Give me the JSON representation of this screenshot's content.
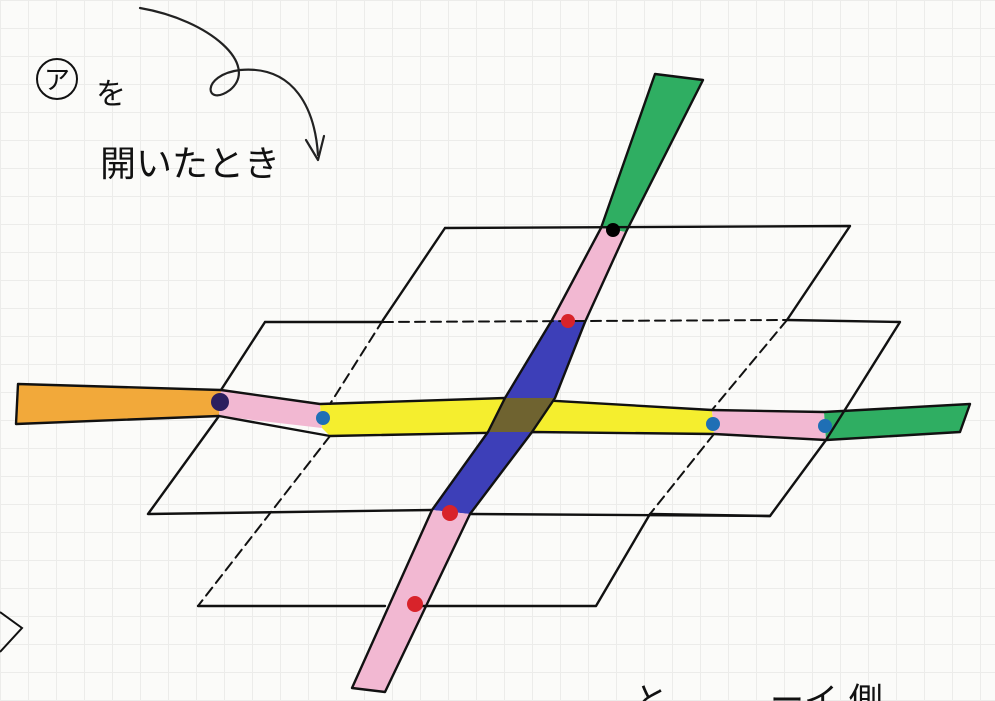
{
  "caption": {
    "circled_label": "ア",
    "particle": "を",
    "line2": "開いたとき"
  },
  "bottom_text": "と　　　ーイ 側",
  "colors": {
    "orange": "#f2a93a",
    "pink": "#f2b8d2",
    "yellow": "#f5ee2e",
    "green": "#2fae62",
    "blue_violet": "#3d3fb8",
    "dark_overlap": "#6f6330",
    "dot_red": "#d8232a",
    "dot_blue": "#1f6fb5",
    "dot_navy": "#2b1f5e",
    "dot_black": "#000000"
  },
  "diagram": {
    "type": "hand-drawn-3d-plane-and-strips",
    "parts": [
      "upper-parallelogram",
      "lower-parallelogram",
      "horizontal-strip",
      "diagonal-strip"
    ],
    "dots": {
      "red_count": 3,
      "blue_count": 3,
      "navy_count": 1,
      "black_count": 1
    }
  }
}
